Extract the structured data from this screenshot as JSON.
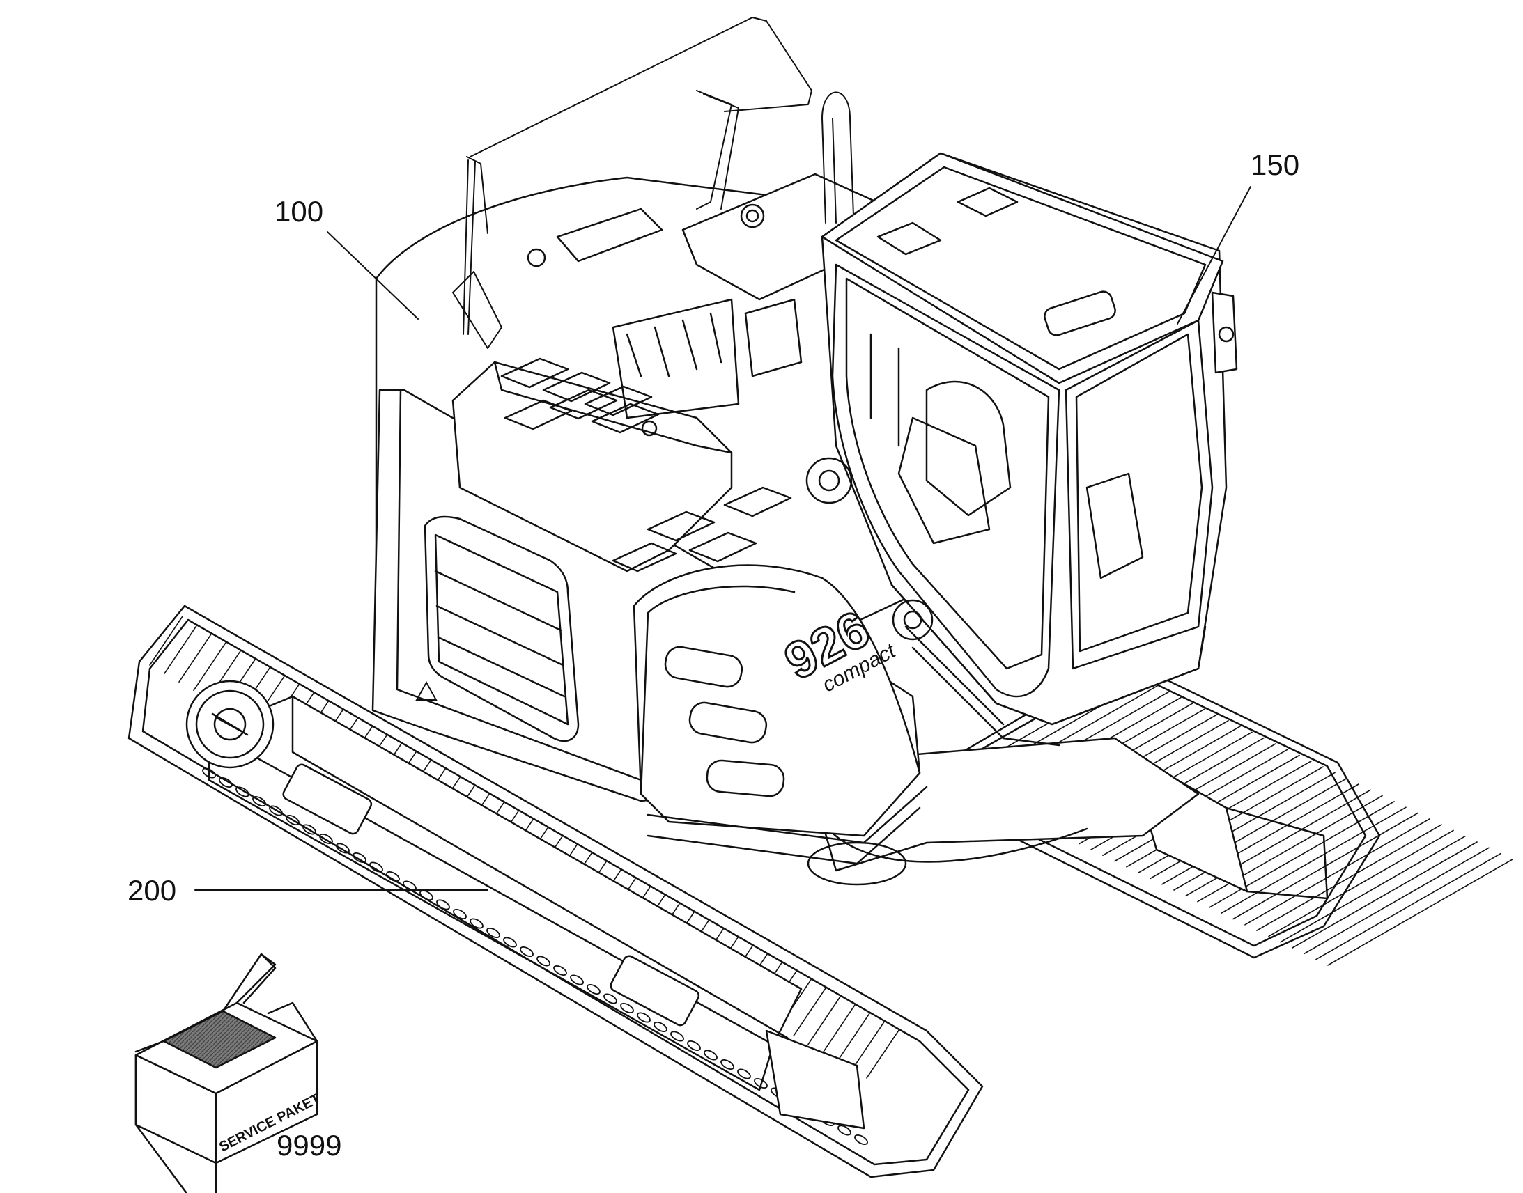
{
  "callouts": {
    "upperstructure": "100",
    "cab": "150",
    "undercarriage": "200",
    "service_kit": "9999"
  },
  "machine": {
    "model_number": "926",
    "model_suffix": "compact"
  },
  "service_box": {
    "label": "SERVICE PAKET"
  },
  "colors": {
    "line": "#111111",
    "background": "#ffffff",
    "box_shading": "#7a7a7a"
  }
}
